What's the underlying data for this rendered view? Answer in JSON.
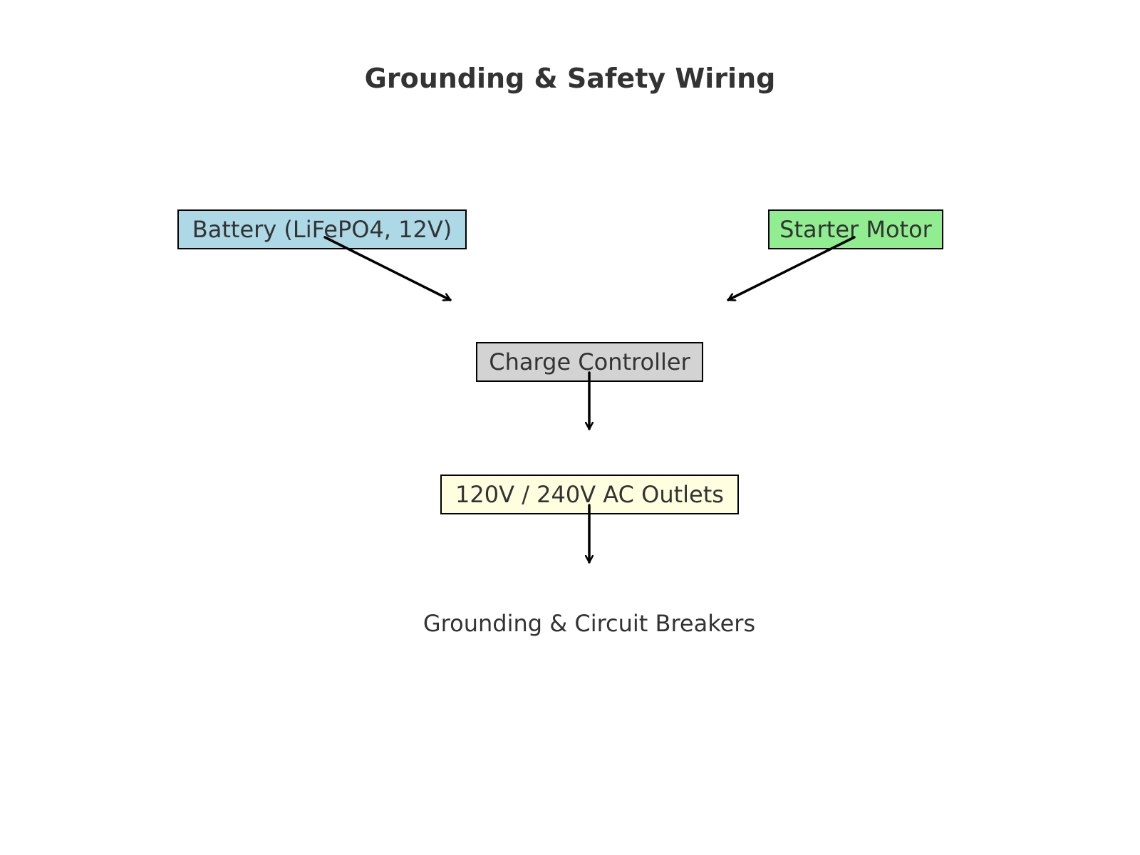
{
  "title": "Grounding & Safety Wiring",
  "nodes": {
    "battery": {
      "label": "Battery (LiFePO4, 12V)",
      "color": "#add8e6"
    },
    "starter": {
      "label": "Starter Motor",
      "color": "#90ee90"
    },
    "controller": {
      "label": "Charge Controller",
      "color": "#d3d3d3"
    },
    "outlets": {
      "label": "120V / 240V AC Outlets",
      "color": "#ffffe0"
    },
    "breakers": {
      "label": "Grounding & Circuit Breakers"
    }
  },
  "edges": [
    {
      "from": "battery",
      "to": "controller"
    },
    {
      "from": "starter",
      "to": "controller"
    },
    {
      "from": "controller",
      "to": "outlets"
    },
    {
      "from": "outlets",
      "to": "breakers"
    }
  ]
}
